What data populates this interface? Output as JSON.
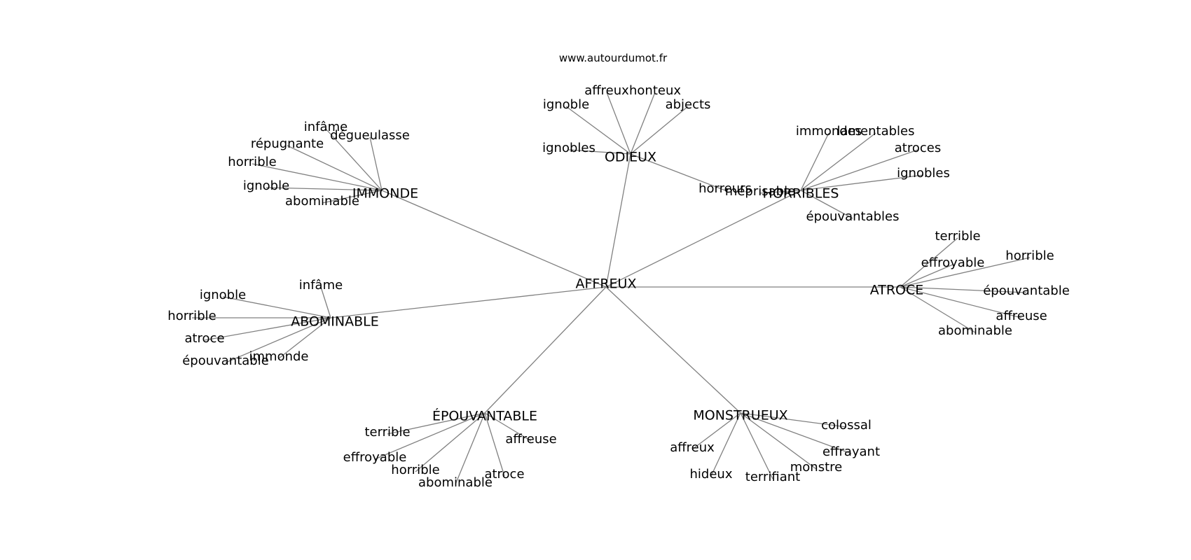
{
  "source": "www.autourdumot.fr",
  "center": "AFFREUX",
  "groups": [
    {
      "id": "odieux",
      "label": "ODIEUX",
      "leaves": [
        "ignoble",
        "affreux",
        "honteux",
        "abjects",
        "ignobles",
        "horreurs"
      ]
    },
    {
      "id": "immonde",
      "label": "IMMONDE",
      "leaves": [
        "infâme",
        "dégueulasse",
        "répugnante",
        "horrible",
        "ignoble",
        "abominable"
      ]
    },
    {
      "id": "horribles",
      "label": "HORRIBLES",
      "leaves": [
        "immondes",
        "lamentables",
        "atroces",
        "ignobles",
        "épouvantables",
        "méprisable"
      ]
    },
    {
      "id": "atroce",
      "label": "ATROCE",
      "leaves": [
        "terrible",
        "effroyable",
        "horrible",
        "épouvantable",
        "affreuse",
        "abominable"
      ]
    },
    {
      "id": "abominable",
      "label": "ABOMINABLE",
      "leaves": [
        "ignoble",
        "infâme",
        "horrible",
        "atroce",
        "épouvantable",
        "immonde"
      ]
    },
    {
      "id": "epouvantable",
      "label": "ÉPOUVANTABLE",
      "leaves": [
        "terrible",
        "affreuse",
        "effroyable",
        "horrible",
        "abominable",
        "atroce"
      ]
    },
    {
      "id": "monstrueux",
      "label": "MONSTRUEUX",
      "leaves": [
        "colossal",
        "affreux",
        "effrayant",
        "monstre",
        "hideux",
        "terrifiant"
      ]
    }
  ],
  "colors": {
    "edge": "#808080",
    "text": "#000000",
    "background": "#ffffff"
  }
}
